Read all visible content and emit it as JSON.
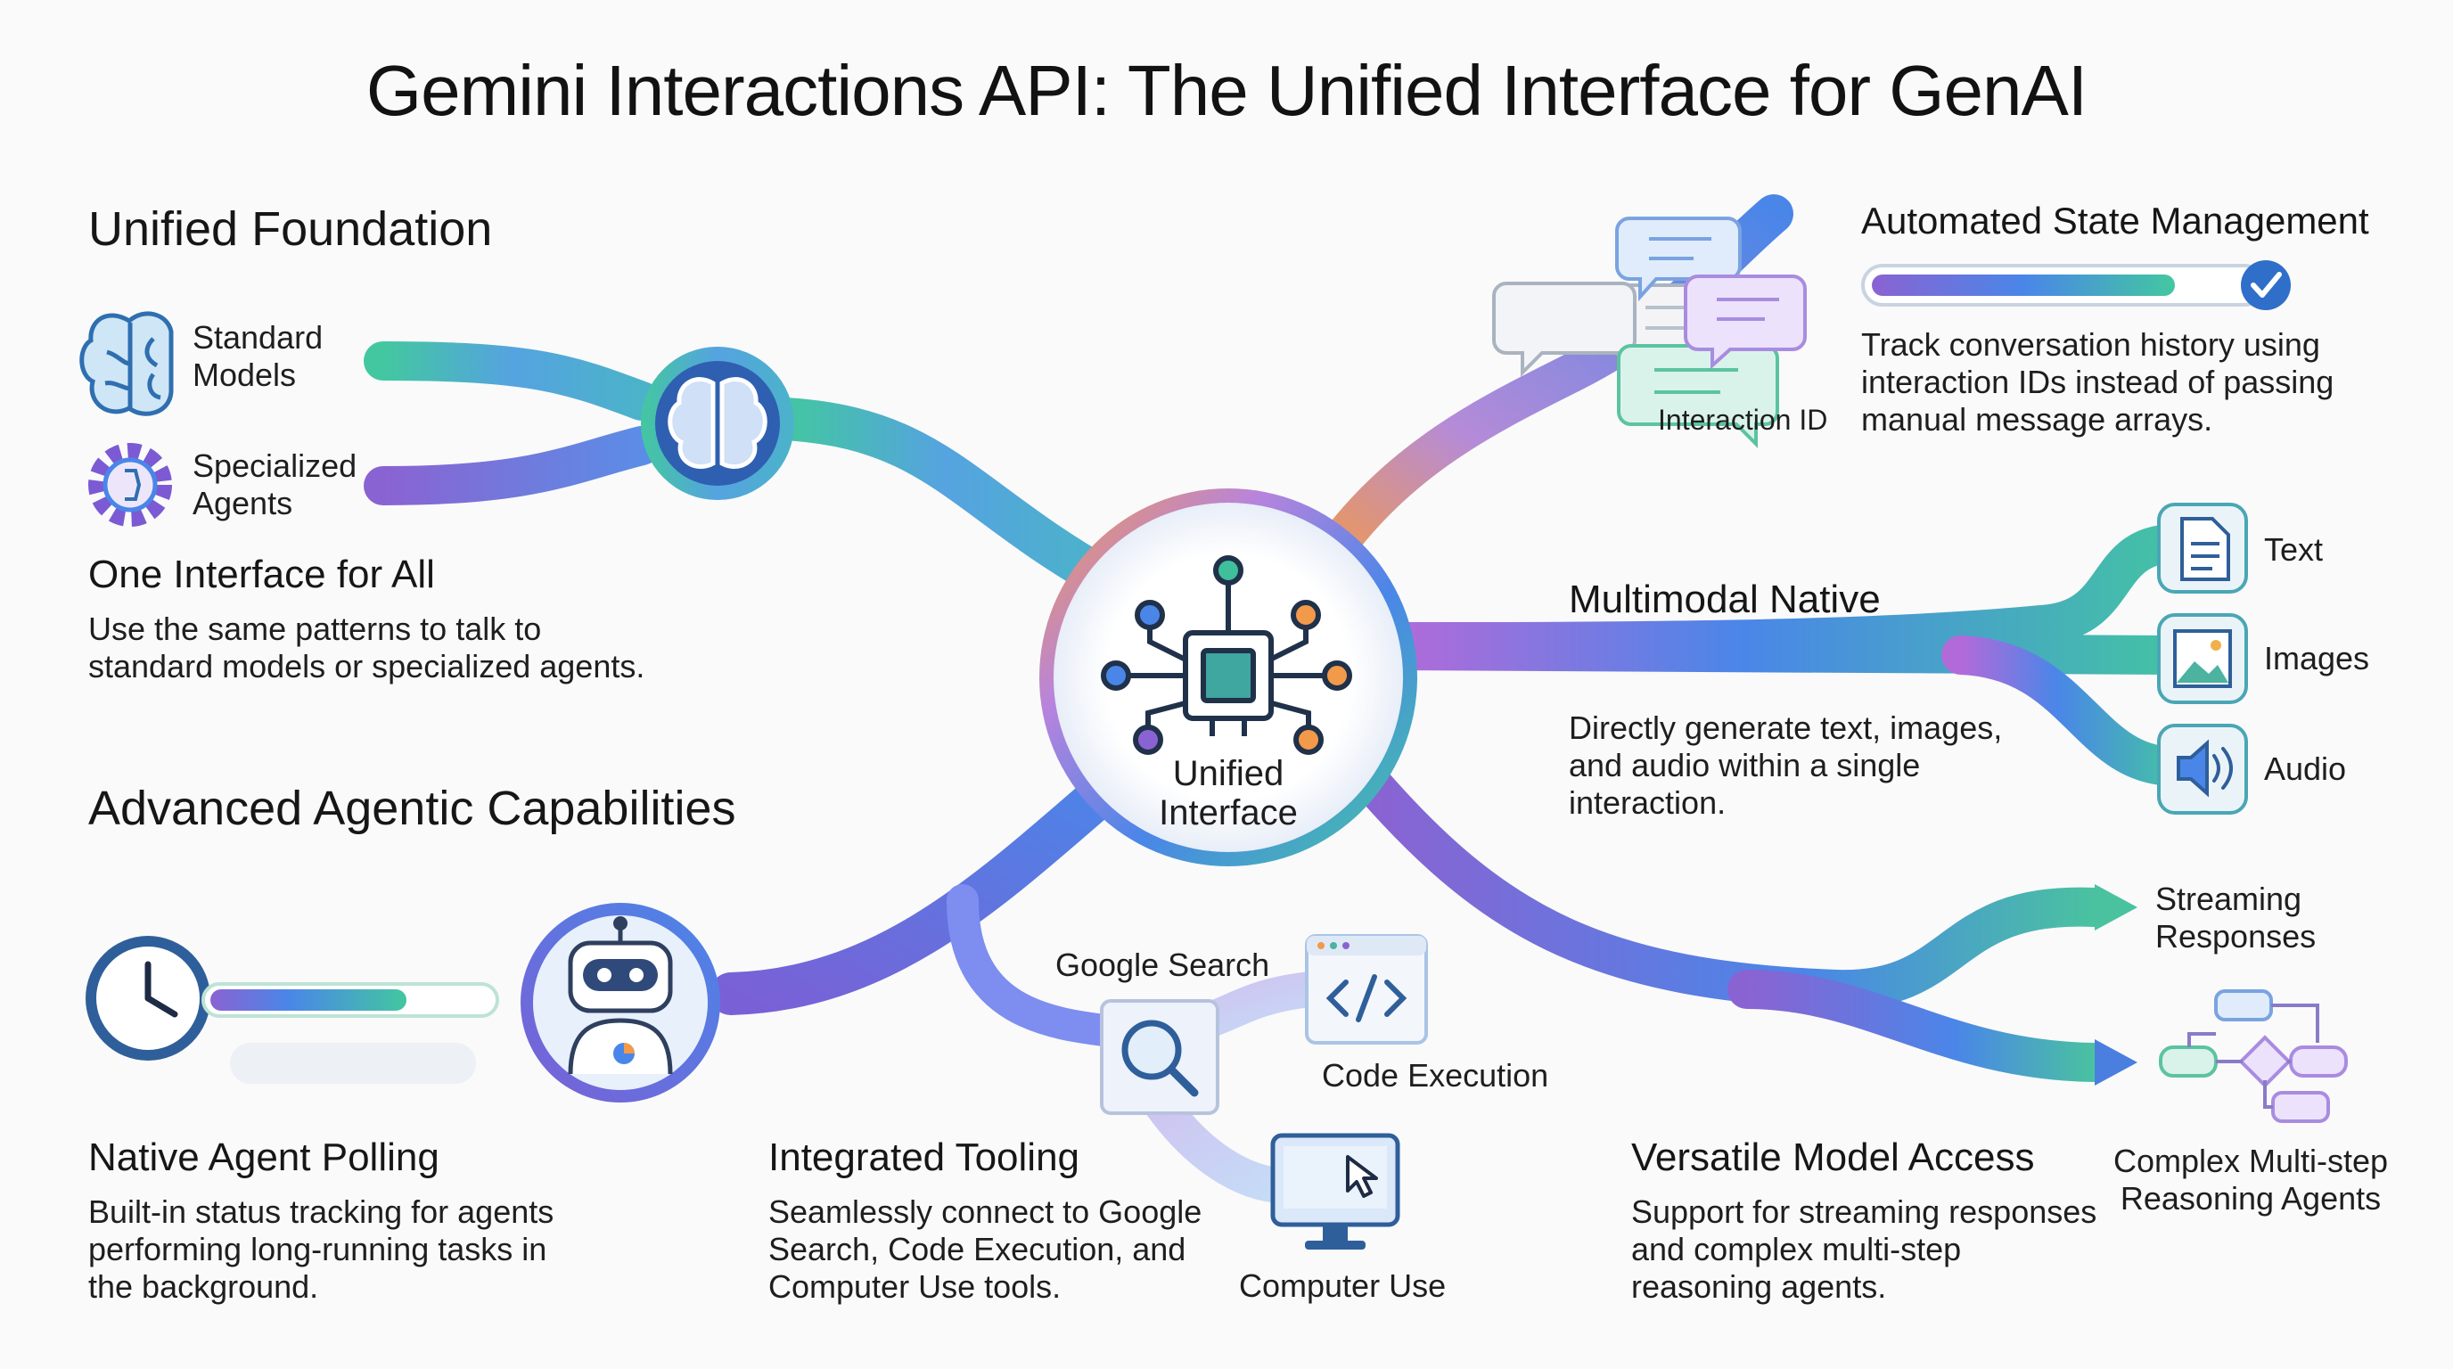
{
  "title": "Gemini Interactions API: The Unified Interface for GenAI",
  "center": {
    "label_line1": "Unified",
    "label_line2": "Interface"
  },
  "unified_foundation": {
    "heading": "Unified Foundation",
    "items": [
      {
        "label_line1": "Standard",
        "label_line2": "Models",
        "icon": "brain-icon"
      },
      {
        "label_line1": "Specialized",
        "label_line2": "Agents",
        "icon": "gear-icon"
      }
    ],
    "subheading": "One Interface for All",
    "description_line1": "Use the same patterns to talk to",
    "description_line2": "standard models or specialized agents."
  },
  "state_management": {
    "heading": "Automated State Management",
    "interaction_label": "Interaction ID",
    "progress": 0.85,
    "description_line1": "Track conversation history using",
    "description_line2": "interaction IDs instead of passing",
    "description_line3": "manual message arrays."
  },
  "multimodal": {
    "heading": "Multimodal Native",
    "outputs": [
      {
        "label": "Text",
        "icon": "document-icon"
      },
      {
        "label": "Images",
        "icon": "image-icon"
      },
      {
        "label": "Audio",
        "icon": "speaker-icon"
      }
    ],
    "description_line1": "Directly generate text, images,",
    "description_line2": "and audio within a single",
    "description_line3": "interaction."
  },
  "agentic": {
    "heading": "Advanced Agentic Capabilities",
    "polling": {
      "heading": "Native Agent Polling",
      "progress": 0.7,
      "description_line1": "Built-in status tracking for agents",
      "description_line2": "performing long-running tasks in",
      "description_line3": "the background."
    },
    "tooling": {
      "heading": "Integrated Tooling",
      "tools": [
        {
          "label": "Google Search",
          "icon": "magnifier-icon"
        },
        {
          "label": "Code Execution",
          "icon": "code-icon"
        },
        {
          "label": "Computer Use",
          "icon": "monitor-cursor-icon"
        }
      ],
      "description_line1": "Seamlessly connect to Google",
      "description_line2": "Search, Code Execution, and",
      "description_line3": "Computer Use tools."
    }
  },
  "versatile": {
    "heading": "Versatile Model Access",
    "streaming_line1": "Streaming",
    "streaming_line2": "Responses",
    "multistep_line1": "Complex Multi-step",
    "multistep_line2": "Reasoning Agents",
    "description_line1": "Support for streaming responses",
    "description_line2": "and complex multi-step",
    "description_line3": "reasoning agents."
  },
  "colors": {
    "teal": "#3fbf9b",
    "blue": "#4a86e8",
    "purple": "#8a63d2",
    "orange": "#f2994a",
    "ink": "#161616"
  }
}
